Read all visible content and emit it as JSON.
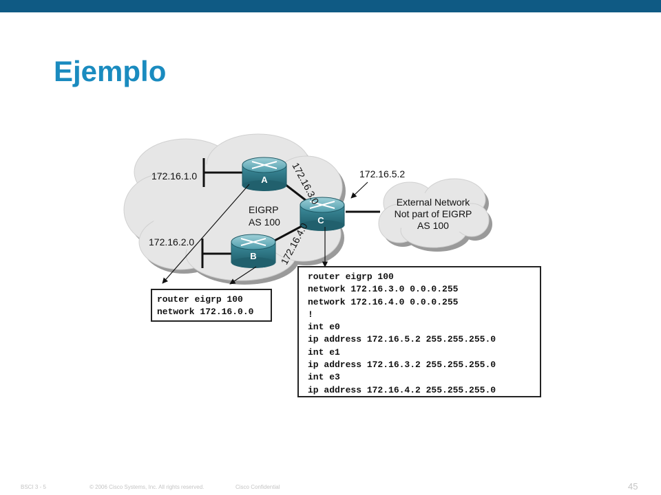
{
  "slide": {
    "title": "Ejemplo",
    "page_number": "45",
    "footer": {
      "course": "BSCI 3 - 5",
      "copyright": "© 2006 Cisco Systems, Inc. All rights reserved.",
      "classification": "Cisco Confidential"
    }
  },
  "diagram": {
    "eigrp_cloud_label": [
      "EIGRP",
      "AS 100"
    ],
    "external_cloud_label": [
      "External Network",
      "Not part of EIGRP",
      "AS 100"
    ],
    "routers": {
      "a": "A",
      "b": "B",
      "c": "C"
    },
    "networks": {
      "net1": "172.16.1.0",
      "net2": "172.16.2.0",
      "net3": "172.16.3.0",
      "net4": "172.16.4.0",
      "ext": "172.16.5.2"
    },
    "config_ab": [
      "router eigrp 100",
      "network 172.16.0.0"
    ],
    "config_c": [
      "router eigrp 100",
      "network 172.16.3.0 0.0.0.255",
      "network 172.16.4.0 0.0.0.255",
      "!",
      "int e0",
      "ip address 172.16.5.2 255.255.255.0",
      "int e1",
      "ip address 172.16.3.2 255.255.255.0",
      "int e3",
      "ip address 172.16.4.2 255.255.255.0"
    ]
  },
  "colors": {
    "topbar": "#0f5a84",
    "title": "#1a8bbf",
    "cloud": "#e6e6e6",
    "router": "#3d8e9e"
  }
}
